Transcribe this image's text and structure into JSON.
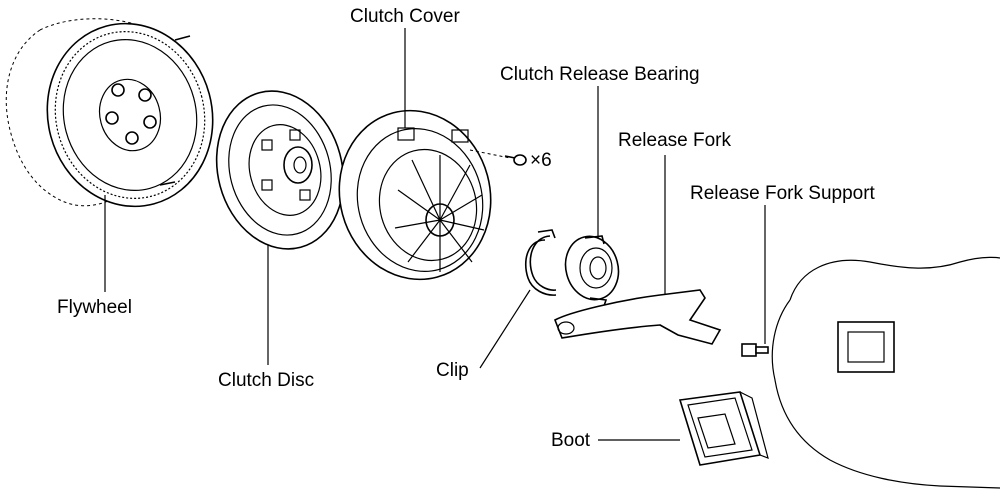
{
  "labels": {
    "flywheel": "Flywheel",
    "clutch_disc": "Clutch Disc",
    "clutch_cover": "Clutch Cover",
    "bolt_count": "×6",
    "clutch_release_bearing": "Clutch Release Bearing",
    "release_fork": "Release Fork",
    "release_fork_support": "Release Fork Support",
    "clip": "Clip",
    "boot": "Boot"
  }
}
